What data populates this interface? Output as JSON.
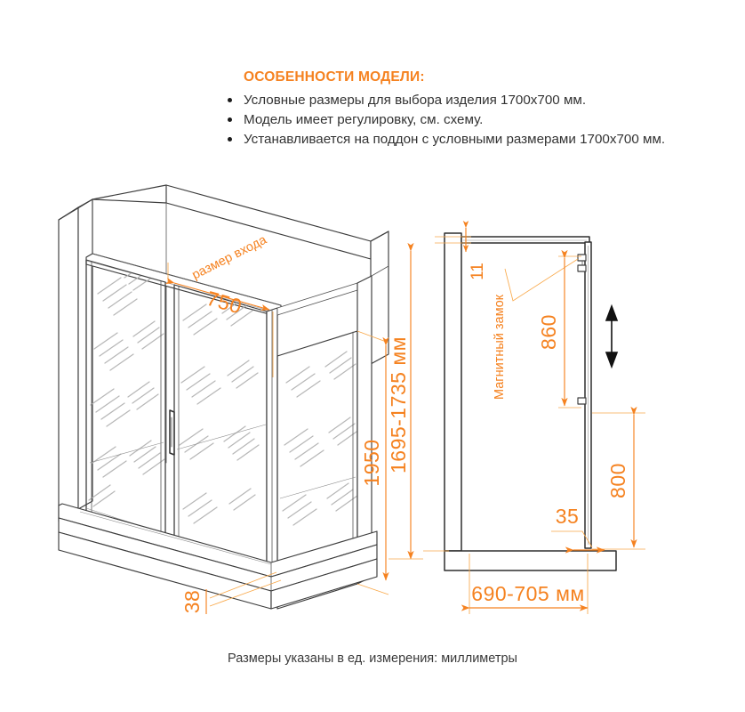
{
  "document": {
    "type": "technical-drawing",
    "subject": "Душевой уголок с раздвижной дверью",
    "units_note": "Размеры указаны в ед. измерения: миллиметры",
    "accent_color": "#F58220",
    "line_color": "#3c3c3c",
    "background": "#ffffff"
  },
  "features": {
    "title": "ОСОБЕННОСТИ МОДЕЛИ:",
    "items": [
      "Условные размеры для выбора изделия 1700х700 мм.",
      "Модель имеет регулировку, см. схему.",
      "Устанавливается на поддон с условными размерами 1700х700 мм."
    ]
  },
  "isometric_view": {
    "name": "Изометрический вид",
    "labels": {
      "entrance": "размер входа",
      "entrance_value": "750",
      "height_panel": "1950",
      "height_overall": "1695-1735 мм",
      "threshold": "38"
    }
  },
  "side_view": {
    "name": "Вид сбоку",
    "labels": {
      "profile_thickness": "11",
      "magnetic_lock": "Магнитный замок",
      "lock_height": "860",
      "door_height": "800",
      "bottom_offset": "35",
      "depth": "690-705 мм"
    },
    "adjustment_arrow": "vertical-double-arrow"
  },
  "dimensions": {
    "entrance_width_mm": 750,
    "panel_height_mm": 1950,
    "overall_height_range_mm": "1695-1735",
    "threshold_mm": 38,
    "profile_thickness_mm": 11,
    "lock_height_mm": 860,
    "door_height_mm": 800,
    "bottom_offset_mm": 35,
    "depth_range_mm": "690-705",
    "nominal_product_mm": "1700x700"
  }
}
